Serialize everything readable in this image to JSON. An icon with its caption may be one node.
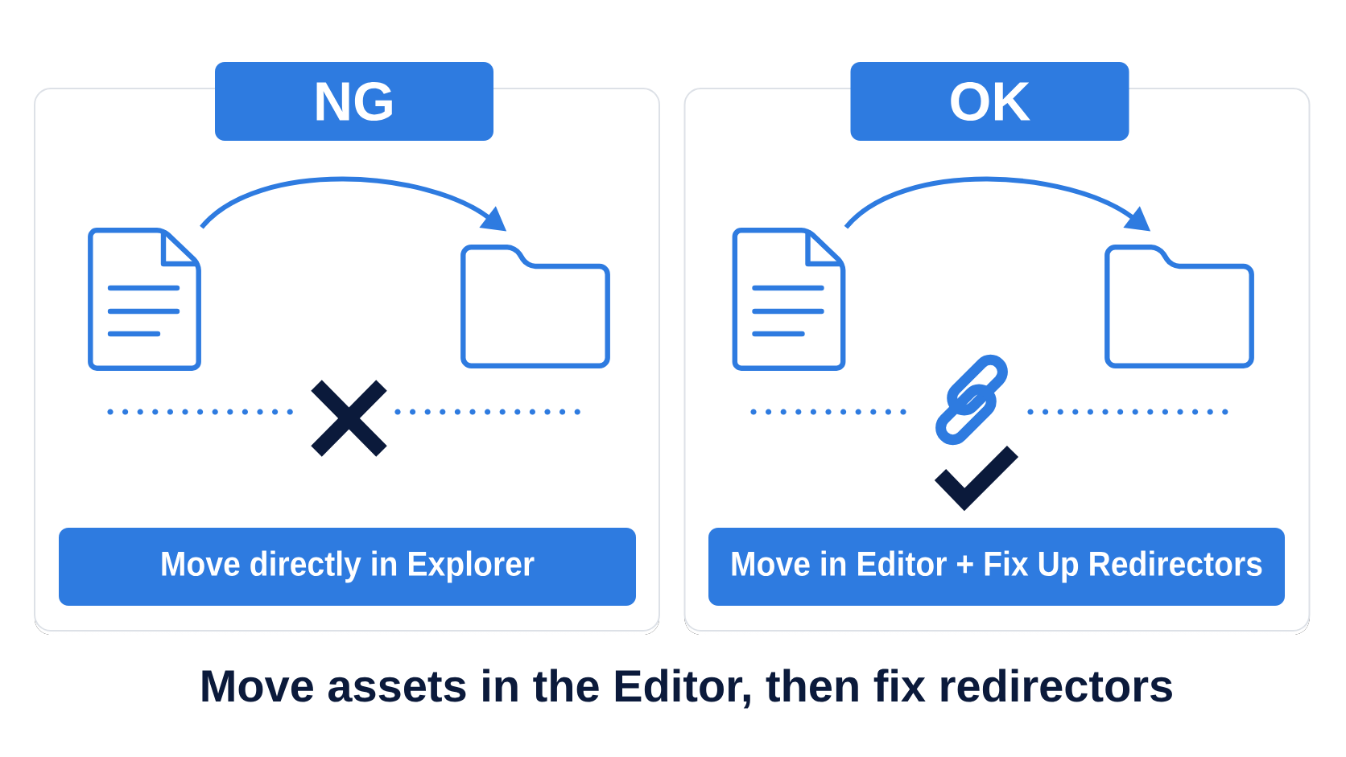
{
  "diagram": {
    "caption": "Move assets in the Editor, then fix redirectors",
    "nodes": [
      {
        "text": [
          "NG"
        ]
      },
      {
        "text": [],
        "shape": "document",
        "in": 0
      },
      {
        "text": [],
        "shape": "folder",
        "in": 0
      },
      {
        "text": [
          "Move directly in Explorer"
        ],
        "in": 0
      },
      {
        "text": [
          "OK"
        ]
      },
      {
        "text": [],
        "shape": "document",
        "in": 4
      },
      {
        "text": [],
        "shape": "folder",
        "in": 4
      },
      {
        "text": [
          "Move in Editor + Fix Up Redirectors"
        ],
        "in": 4
      }
    ],
    "edges": [
      {
        "from": 1,
        "to": 2,
        "arrow": "to"
      },
      {
        "from": 5,
        "to": 6,
        "arrow": "to"
      }
    ]
  }
}
